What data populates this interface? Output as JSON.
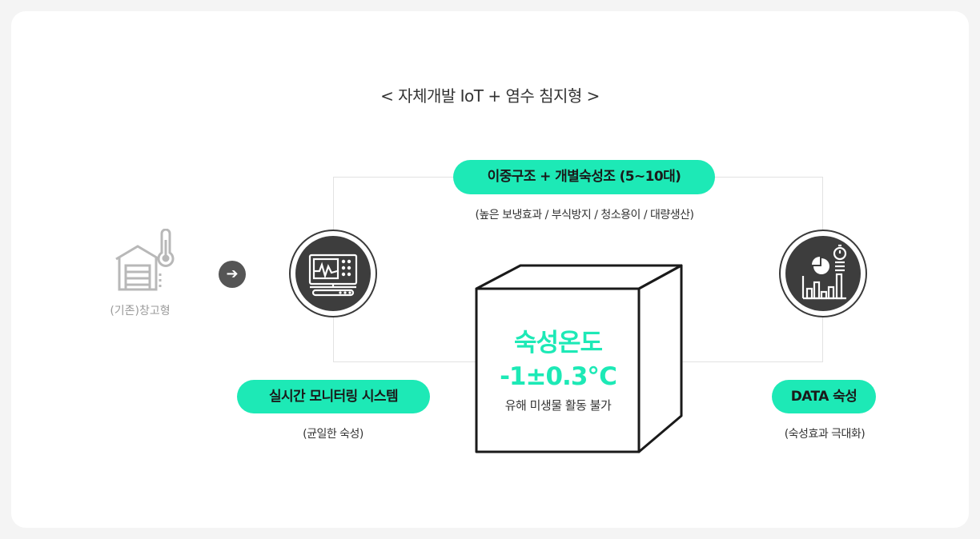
{
  "title": "< 자체개발 IoT + 염수 침지형 >",
  "warehouse": {
    "label": "(기존)창고형",
    "icon": "warehouse-thermometer-icon"
  },
  "arrow": {
    "icon": "arrow-right-icon",
    "glyph": "➔"
  },
  "top_pill": {
    "label": "이중구조 + 개별숙성조 (5~10대)",
    "sub": "(높은 보냉효과 / 부식방지 / 청소용이 / 대량생산)"
  },
  "left_pill": {
    "label": "실시간 모니터링 시스템",
    "sub": "(균일한 숙성)",
    "icon": "monitor-icon"
  },
  "right_pill": {
    "label": "DATA 숙성",
    "sub": "(숙성효과 극대화)",
    "icon": "data-chart-icon"
  },
  "cube": {
    "line1": "숙성온도",
    "line2": "-1±0.3℃",
    "sub": "유해 미생물 활동 불가"
  },
  "colors": {
    "accent": "#1de9b6",
    "dark": "#3d3d3d",
    "muted": "#9a9a9a"
  }
}
